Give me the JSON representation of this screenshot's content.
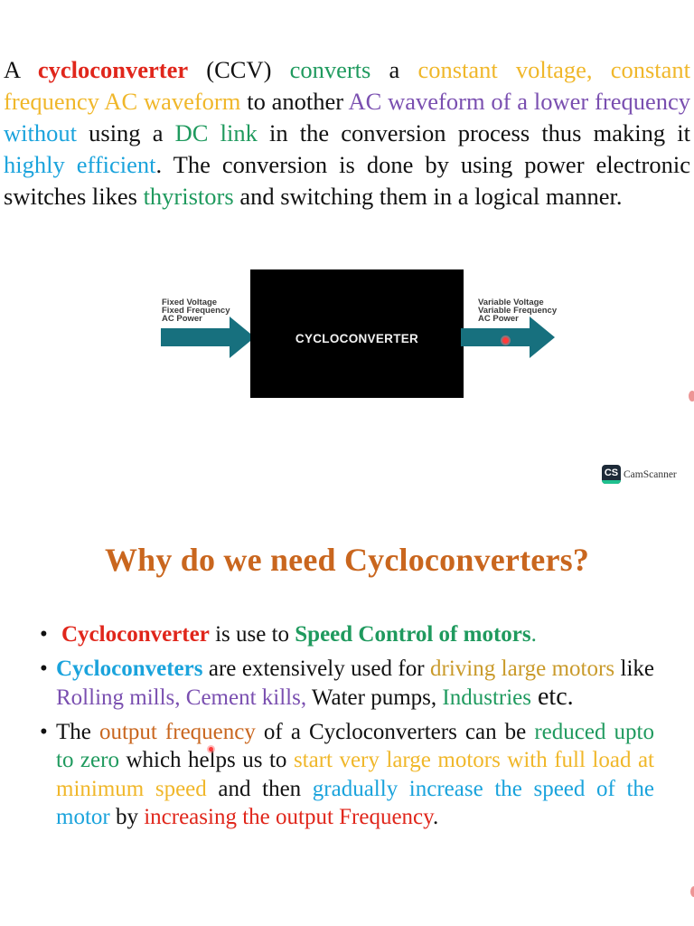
{
  "intro": {
    "segments": [
      {
        "text": "A ",
        "color": "black"
      },
      {
        "text": "cycloconverter",
        "color": "red",
        "bold": true
      },
      {
        "text": " (CCV) ",
        "color": "black"
      },
      {
        "text": "converts",
        "color": "green"
      },
      {
        "text": " a ",
        "color": "black"
      },
      {
        "text": "constant voltage, constant frequency AC waveform",
        "color": "yellow"
      },
      {
        "text": " to another ",
        "color": "black"
      },
      {
        "text": "AC waveform of a lower frequency",
        "color": "purple"
      },
      {
        "text": " ",
        "color": "black"
      },
      {
        "text": "without",
        "color": "blue"
      },
      {
        "text": " using a ",
        "color": "black"
      },
      {
        "text": "DC link",
        "color": "green"
      },
      {
        "text": " in the conversion process thus making it ",
        "color": "black"
      },
      {
        "text": "highly efficient",
        "color": "blue"
      },
      {
        "text": ". The conversion is done by using power electronic switches likes ",
        "color": "black"
      },
      {
        "text": "thyristors",
        "color": "green"
      },
      {
        "text": " and switching them in a logical manner.",
        "color": "black"
      }
    ]
  },
  "diagram": {
    "box_label": "CYCLOCONVERTER",
    "input_label": [
      "Fixed Voltage",
      "Fixed Frequency",
      "AC Power"
    ],
    "output_label": [
      "Variable Voltage",
      "Variable Frequency",
      "AC Power"
    ],
    "arrow_color": "#17707e",
    "box_color": "#000000"
  },
  "watermark": {
    "logo_text": "CS",
    "name": "CamScanner"
  },
  "slide": {
    "title": "Why do we need Cycloconverters?",
    "bullets": [
      {
        "marker": "•",
        "segments": [
          {
            "text": "Cycloconverter",
            "color": "red",
            "bold": true
          },
          {
            "text": " is use to ",
            "color": "black"
          },
          {
            "text": "Speed Control of motors",
            "color": "green",
            "bold": true
          },
          {
            "text": ".",
            "color": "green"
          }
        ]
      },
      {
        "marker": "•",
        "segments": [
          {
            "text": "Cycloconveters",
            "color": "blue",
            "bold": true
          },
          {
            "text": " are extensively used for ",
            "color": "black"
          },
          {
            "text": "driving large motors",
            "color": "gold"
          },
          {
            "text": " like  ",
            "color": "black"
          },
          {
            "text": "Rolling mills, Cement kills,",
            "color": "purple"
          },
          {
            "text": " Water pumps, ",
            "color": "black"
          },
          {
            "text": "Industries",
            "color": "green"
          },
          {
            "text": " etc.",
            "color": "black",
            "big": true
          }
        ]
      },
      {
        "marker": "•",
        "segments": [
          {
            "text": "The ",
            "color": "black"
          },
          {
            "text": "output frequency",
            "color": "orange"
          },
          {
            "text": " of a Cycloconverters can be ",
            "color": "black"
          },
          {
            "text": "reduced upto to zero",
            "color": "green"
          },
          {
            "text": " which helps us to ",
            "color": "black"
          },
          {
            "text": "start very large motors with full load at minimum speed",
            "color": "yellow"
          },
          {
            "text": " and then ",
            "color": "black"
          },
          {
            "text": "gradually increase the speed of the motor",
            "color": "blue"
          },
          {
            "text": " by ",
            "color": "black"
          },
          {
            "text": "increasing the output Frequency",
            "color": "red"
          },
          {
            "text": ".",
            "color": "black"
          }
        ]
      }
    ]
  }
}
